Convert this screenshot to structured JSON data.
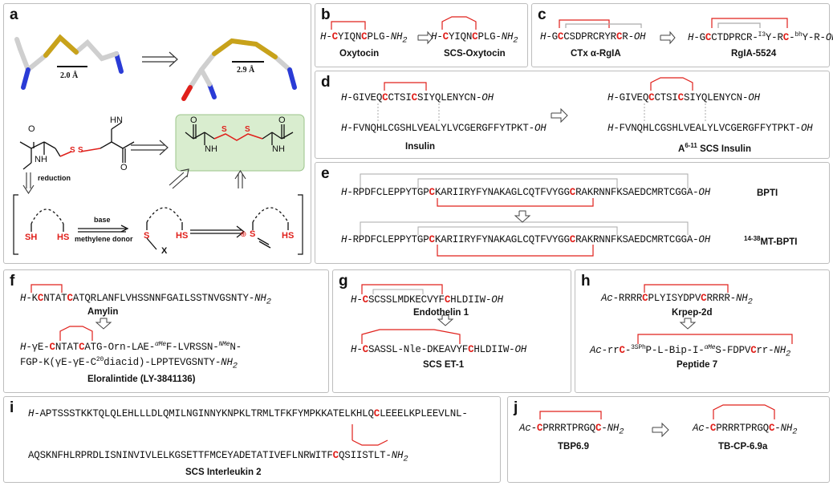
{
  "colors": {
    "red": "#e0201b",
    "grey": "#b3b3b3",
    "panel_border": "#bdbdbd",
    "green_box": "#d9edcf",
    "sulfur": "#c8a21a"
  },
  "panels": {
    "a": {
      "label": "a",
      "dist1": "2.0 Å",
      "dist2": "2.9 Å",
      "reduction": "reduction",
      "base": "base",
      "donor": "methylene donor",
      "SH": "SH",
      "HS": "HS",
      "S": "S",
      "X": "X",
      "NH": "NH",
      "HN": "HN",
      "O": "O"
    },
    "b": {
      "label": "b",
      "seq1": "H-CYIQNCPLG-NH2",
      "seq2": "H-CYIQNCPLG-NH2",
      "name1": "Oxytocin",
      "name2": "SCS-Oxytocin"
    },
    "c": {
      "label": "c",
      "name1": "CTx α-RgIA",
      "name2": "RgIA-5524",
      "seq2_ibu": "I3",
      "seq2_bh": "bh"
    },
    "d": {
      "label": "d",
      "name1": "Insulin",
      "name2": "A6-11 SCS Insulin"
    },
    "e": {
      "label": "e",
      "name1": "BPTI",
      "name2": "14-38MT-BPTI"
    },
    "f": {
      "label": "f",
      "name1": "Amylin",
      "name2": "Eloralintide (LY-3841136)"
    },
    "g": {
      "label": "g",
      "name1": "Endothelin 1",
      "name2": "SCS ET-1"
    },
    "h": {
      "label": "h",
      "name1": "Krpep-2d",
      "name2": "Peptide 7"
    },
    "i": {
      "label": "i",
      "name": "SCS Interleukin 2"
    },
    "j": {
      "label": "j",
      "name1": "TBP6.9",
      "name2": "TB-CP-6.9a"
    }
  }
}
